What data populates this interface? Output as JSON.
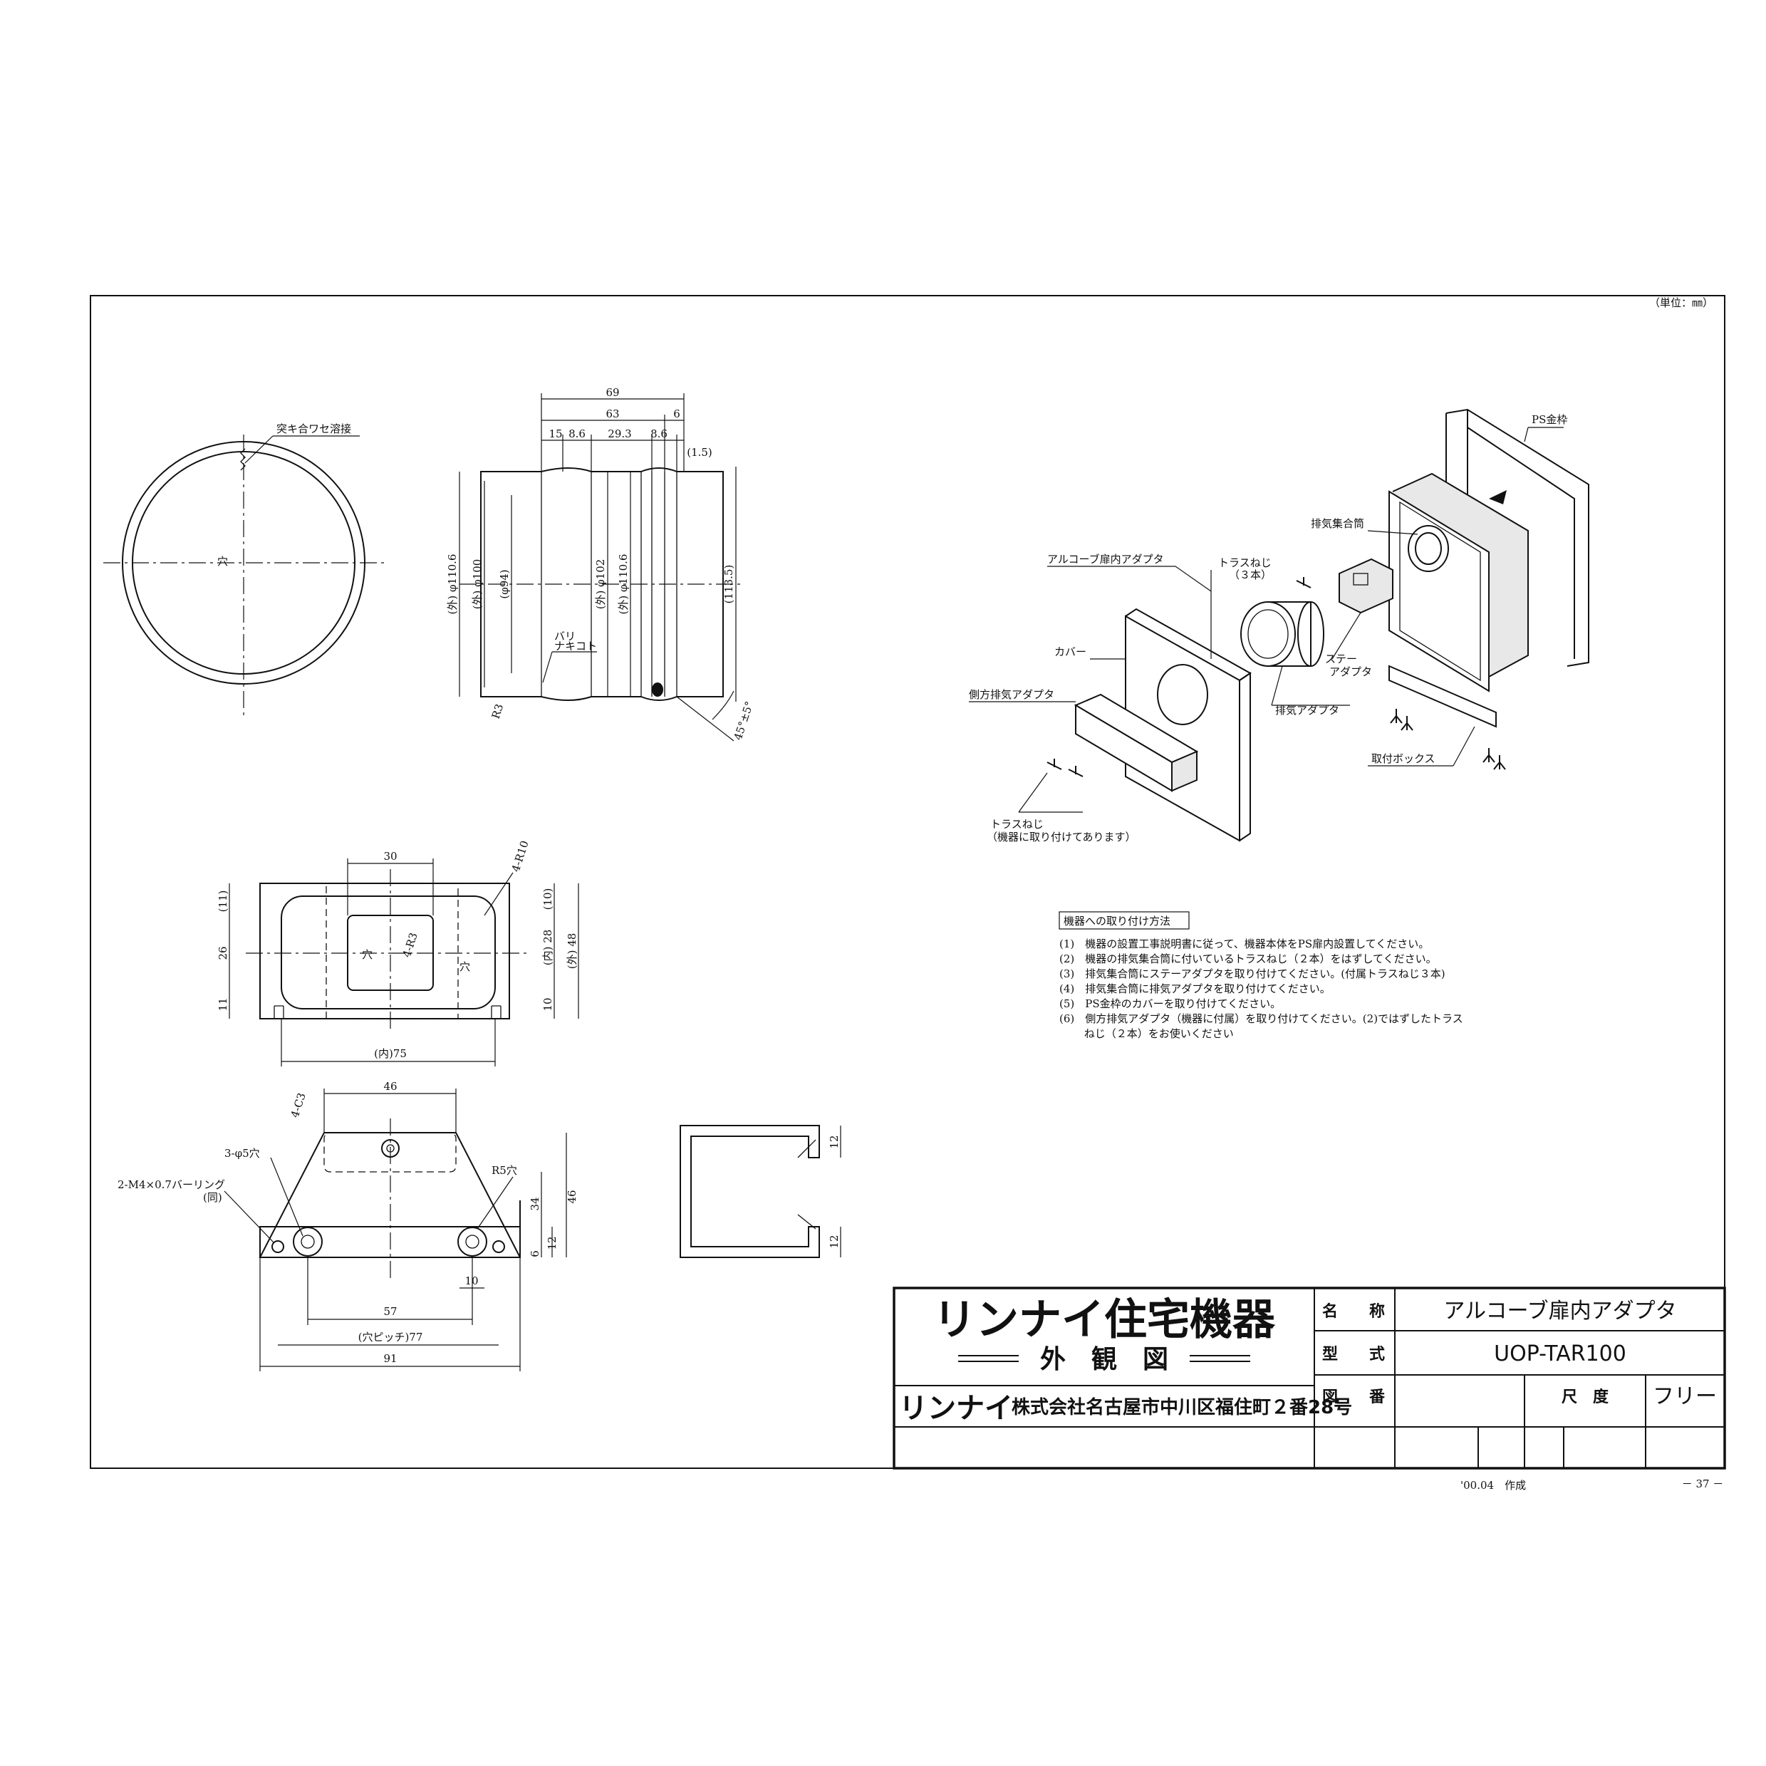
{
  "unit_note": "（単位：㎜）",
  "ring_view": {
    "weld_label": "突キ合ワセ溶接",
    "hole": "穴"
  },
  "adapter_section": {
    "dims_top": [
      "69",
      "63",
      "6",
      "15",
      "8.6",
      "29.3",
      "8.6",
      "(1.5)"
    ],
    "dims_vertical": [
      "(外) φ110.6",
      "(外) φ100",
      "(φ94)",
      "(外) φ102",
      "(外) φ110.6",
      "(113.5)"
    ],
    "r3": "R3",
    "burr": "バリ",
    "burr2": "ナキコト",
    "angle": "45°±5°"
  },
  "bracket_top": {
    "dims": [
      "30",
      "4-R10",
      "4-R3",
      "(11)",
      "26",
      "11",
      "(10)",
      "(内) 28",
      "(外) 48",
      "10",
      "(内)75"
    ],
    "holes": [
      "穴",
      "穴"
    ]
  },
  "bracket_bottom": {
    "dims": [
      "46",
      "4-C3",
      "3-φ5穴",
      "2-M4×0.7バーリング",
      "(同)",
      "R5穴",
      "34",
      "46",
      "12",
      "6",
      "10",
      "57",
      "(穴ピッチ)77",
      "91"
    ]
  },
  "side_view": {
    "dims": [
      "12",
      "12"
    ]
  },
  "exploded": {
    "labels": {
      "ps_frame": "PS金枠",
      "exhaust_manifold": "排気集合筒",
      "alcove_adapter": "アルコーブ扉内アダプタ",
      "truss_screw_3": "トラスねじ",
      "truss_screw_3b": "（３本）",
      "cover": "カバー",
      "stay_adapter": "ステー",
      "stay_adapter2": "アダプタ",
      "side_exhaust": "側方排気アダプタ",
      "exhaust_adapter": "排気アダプタ",
      "mount_box": "取付ボックス",
      "truss_screw": "トラスねじ",
      "truss_note": "（機器に取り付けてあります）"
    }
  },
  "instructions": {
    "title": "機器への取り付け方法",
    "steps": [
      "(1)　機器の設置工事説明書に従って、機器本体をPS扉内設置してください。",
      "(2)　機器の排気集合筒に付いているトラスねじ（２本）をはずしてください。",
      "(3)　排気集合筒にステーアダプタを取り付けてください。(付属トラスねじ３本)",
      "(4)　排気集合筒に排気アダプタを取り付けてください。",
      "(5)　PS金枠のカバーを取り付けてください。",
      "(6)　側方排気アダプタ（機器に付属）を取り付けてください。(2)ではずしたトラス",
      "　　 ねじ（２本）をお使いください"
    ]
  },
  "title_block": {
    "brand_title": "リンナイ住宅機器",
    "drawing_type": "外　観　図",
    "company_logo": "リンナイ",
    "company_address": "株式会社名古屋市中川区福住町２番28号",
    "label_name": "名　　称",
    "value_name": "アルコーブ扉内アダプタ",
    "label_model": "型　　式",
    "value_model": "UOP-TAR100",
    "label_drawing_no": "図　　番",
    "label_scale": "尺　度",
    "value_scale": "フリー"
  },
  "footer": {
    "date": "'00.04　作成",
    "page": "－ 37 －"
  }
}
